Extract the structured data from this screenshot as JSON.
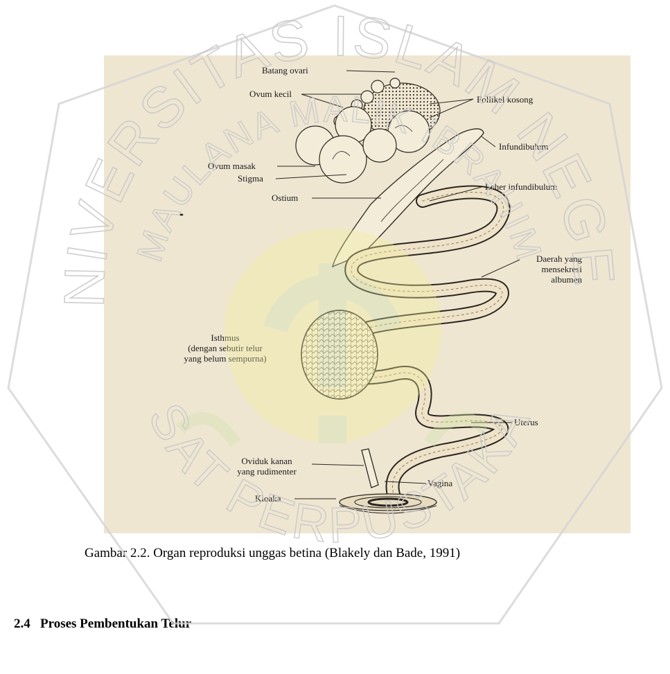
{
  "figure": {
    "labels": {
      "batang_ovari": "Batang ovari",
      "ovum_kecil": "Ovum kecil",
      "follikel_kosong": "Follikel kosong",
      "infundibulum": "Infundibulum",
      "ovum_masak": "Ovum masak",
      "stigma": "Stigma",
      "leher_infundibulum": "Leher infundibulum",
      "ostium": "Ostium",
      "daerah_1": "Daerah yang",
      "daerah_2": "mensekresi",
      "daerah_3": "albumen",
      "isthmus_1": "Isthmus",
      "isthmus_2": "(dengan sebutir telur",
      "isthmus_3": "yang belum sempurna)",
      "uterus": "Uterus",
      "oviduk_1": "Oviduk kanan",
      "oviduk_2": "yang rudimenter",
      "vagina": "Vagina",
      "kloaka": "Kloaka"
    }
  },
  "caption": "Gambar 2.2. Organ reproduksi unggas betina (Blakely dan Bade, 1991)",
  "section": {
    "number": "2.4",
    "title": "Proses Pembentukan Telur"
  },
  "watermark": {
    "arc_top": "UNIVERSITAS ISLAM NEGERI",
    "arc_inner": "MAULANA MALIK IBRAHIM",
    "arc_bottom": "PUSAT PERPUSTAKAAN"
  },
  "colors": {
    "paper": "#efe6d2",
    "ink": "#2a2520",
    "watermark_gray": "#c9c9c9",
    "watermark_green": "#cfe3a8",
    "watermark_yellow": "#f3ef9a"
  }
}
